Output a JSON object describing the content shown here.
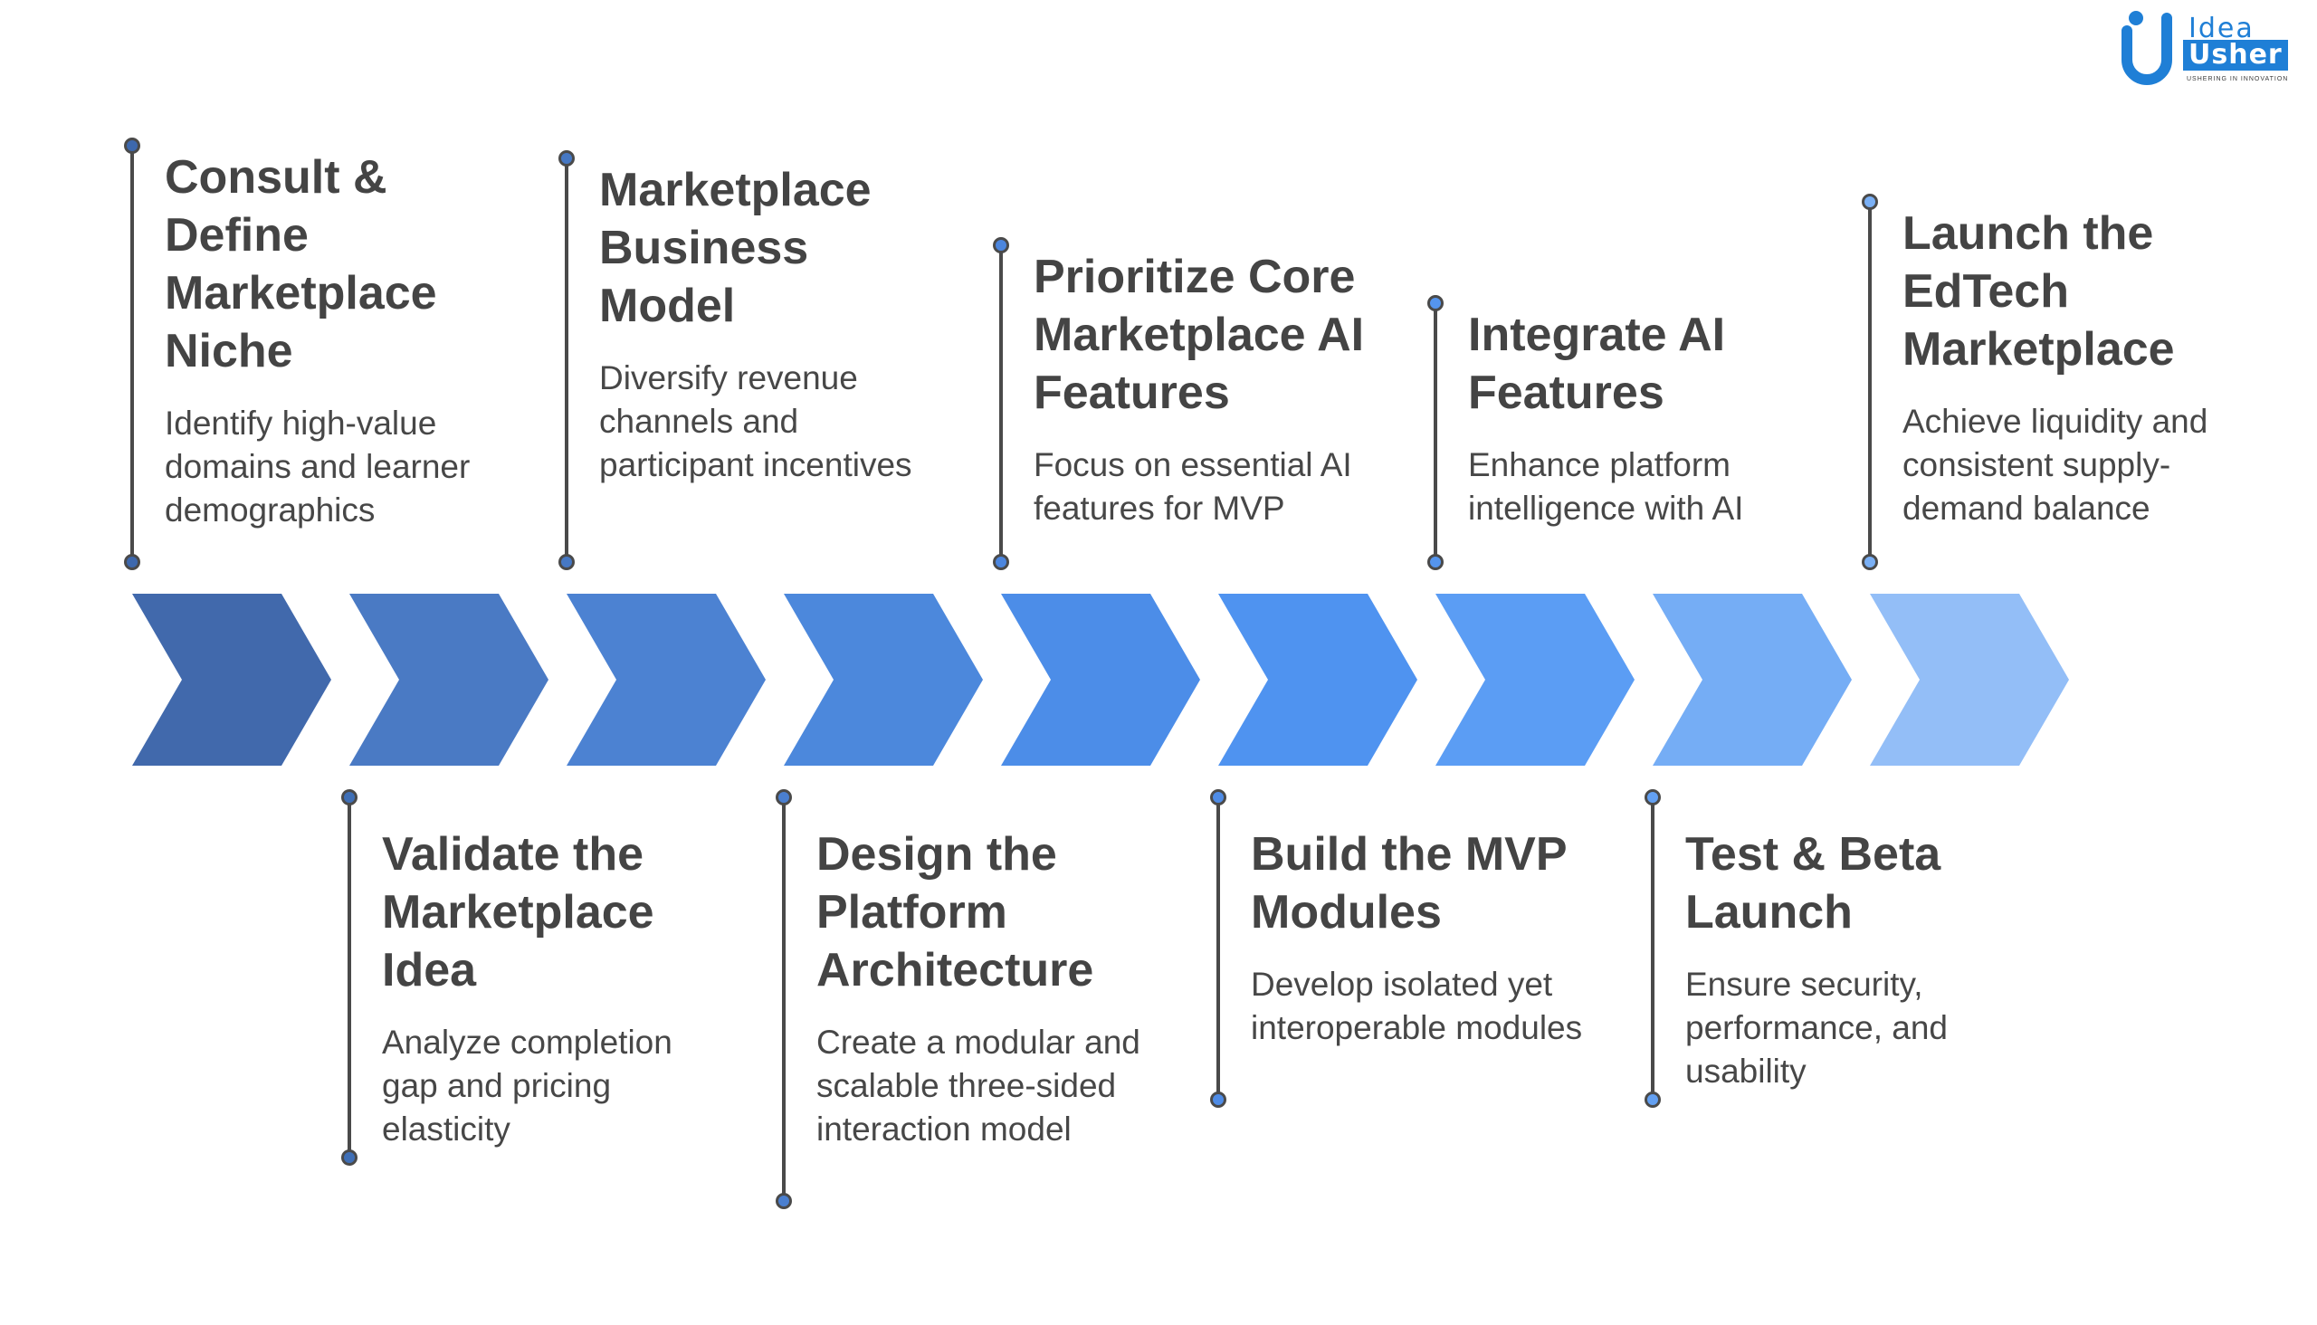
{
  "logo": {
    "word1": "Idea",
    "word2": "Usher",
    "tagline": "USHERING IN INNOVATION",
    "brand_color": "#1f7fd6"
  },
  "chevron_colors": [
    "#4169ac",
    "#4a7ac4",
    "#4c82d2",
    "#4c88dc",
    "#4c8de8",
    "#4f93f0",
    "#5b9df4",
    "#75adf5",
    "#93bef7"
  ],
  "steps": [
    {
      "title": "Consult & Define Marketplace Niche",
      "desc": "Identify high-value domains and learner demographics",
      "color": "#3d68ad"
    },
    {
      "title": "Validate the Marketplace Idea",
      "desc": "Analyze completion gap and pricing elasticity",
      "color": "#3f6fb6"
    },
    {
      "title": "Marketplace Business Model",
      "desc": "Diversify revenue channels and participant incentives",
      "color": "#4678c4"
    },
    {
      "title": "Design the Platform Architecture",
      "desc": "Create a modular and scalable three-sided interaction model",
      "color": "#4a7fd0"
    },
    {
      "title": "Prioritize Core Marketplace AI Features",
      "desc": "Focus on essential AI features for MVP",
      "color": "#4c86de"
    },
    {
      "title": "Build the MVP Modules",
      "desc": "Develop isolated yet interoperable modules",
      "color": "#4f8ce6"
    },
    {
      "title": "Integrate AI Features",
      "desc": "Enhance platform intelligence with AI",
      "color": "#5595ee"
    },
    {
      "title": "Test & Beta Launch",
      "desc": "Ensure security, performance, and usability",
      "color": "#63a0f2"
    },
    {
      "title": "Launch the EdTech Marketplace",
      "desc": "Achieve liquidity and consistent supply-demand balance",
      "color": "#7ab0f5"
    }
  ]
}
